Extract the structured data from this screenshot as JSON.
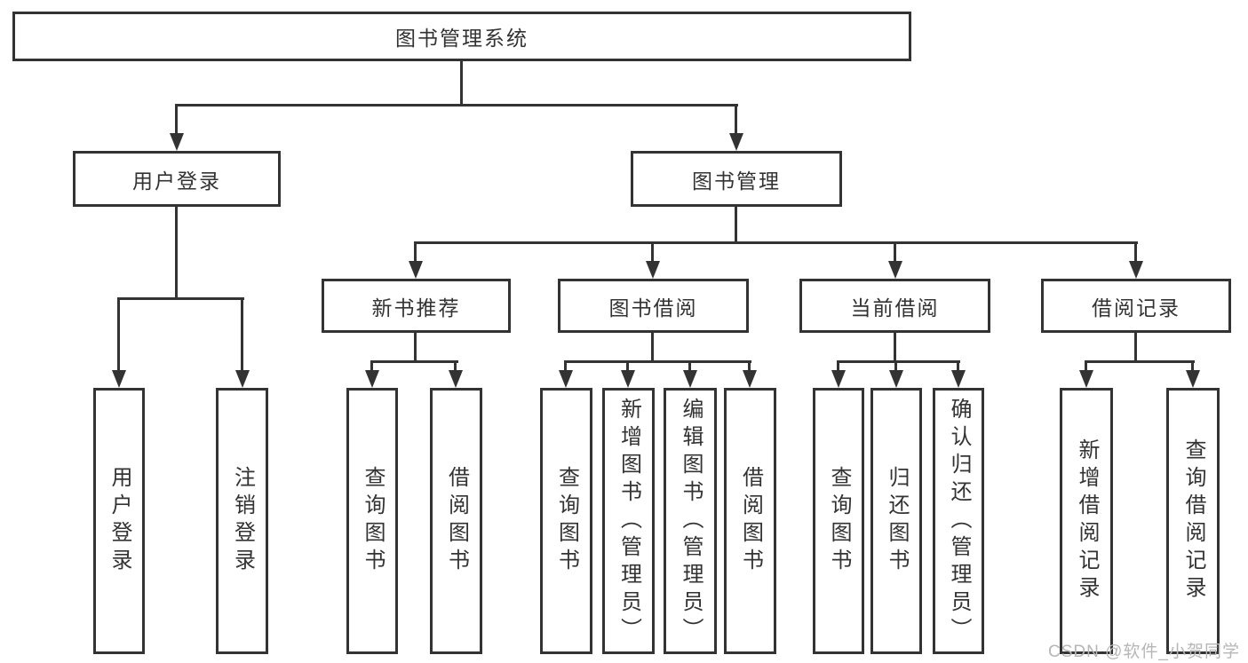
{
  "nodes": {
    "root": "图书管理系统",
    "user_login": "用户登录",
    "book_mgmt": "图书管理",
    "new_books": "新书推荐",
    "book_borrow": "图书借阅",
    "current_borrow": "当前借阅",
    "borrow_records": "借阅记录",
    "leaf_user_login": "用户登录",
    "leaf_logout": "注销登录",
    "leaf_nb_query": "查询图书",
    "leaf_nb_borrow": "借阅图书",
    "leaf_bb_query": "查询图书",
    "leaf_bb_add": "新增图书（管理员）",
    "leaf_bb_edit": "编辑图书（管理员）",
    "leaf_bb_borrow": "借阅图书",
    "leaf_cb_query": "查询图书",
    "leaf_cb_return": "归还图书",
    "leaf_cb_confirm": "确认归还（管理员）",
    "leaf_br_add": "新增借阅记录",
    "leaf_br_query": "查询借阅记录"
  },
  "watermark": "CSDN @软件_小贺同学",
  "colors": {
    "line": "#333333",
    "text": "#333333",
    "watermark": "#b6b6b6",
    "background": "#ffffff"
  }
}
